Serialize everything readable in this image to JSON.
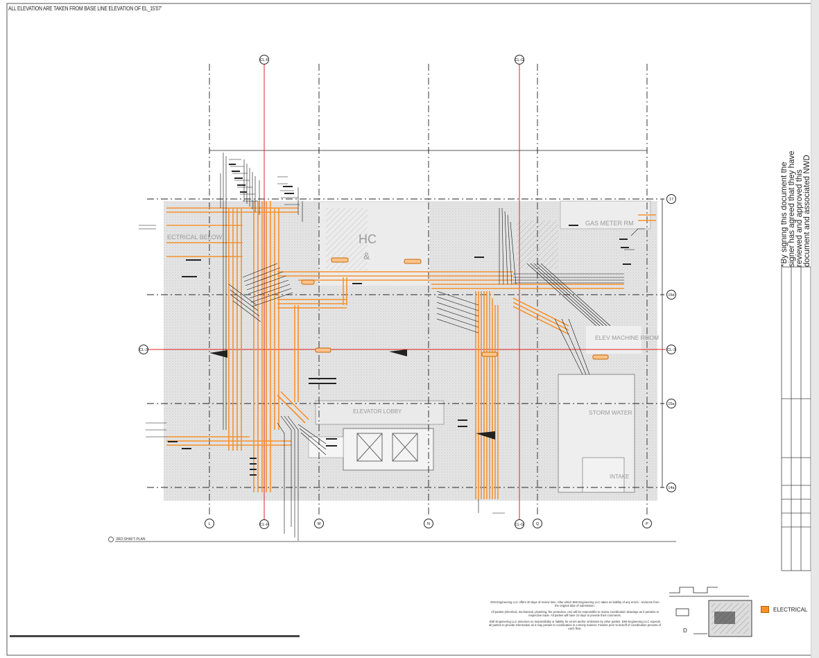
{
  "top_note": "ALL ELEVATION ARE TAKEN FROM BASE LINE ELEVATION OF EL_15'07'",
  "grid_bubbles": {
    "top": [
      "CL-F",
      "CL-G"
    ],
    "bottom": [
      "L",
      "CL-F",
      "M",
      "N",
      "CL-G",
      "Q",
      "P"
    ],
    "right": [
      "17",
      "15d",
      "CL-3",
      "15a",
      "14a"
    ],
    "left": [
      "CL-3"
    ]
  },
  "room_labels": {
    "hc": "HC",
    "gas_meter": "GAS METER RM",
    "elev_machine": "ELEV MACHINE ROOM",
    "elevator_lobby": "ELEVATOR LOBBY",
    "storm_water": "STORM WATER",
    "intake": "INTAKE",
    "electrical_below": "ECTRICAL BELOW"
  },
  "view_title": "3RD-SHAFT-PLAN",
  "disclaimer": [
    "EMI Engineering LLC offers 30 days of review time. After which EMI Engineering LLC takes no liability of any errors - revisions from the original date of submission.",
    "All parties (electrical, mechanical, plumbing, fire protection, etc) will be responsible to review coordination drawings as it pertains to respective trade. All parties will have 10 days to provide their comments.",
    "EMI Engineering LLC assumes no responsibility or liability for errors and/or omissions by other parties. EMI Engineering LLC expects all parties to provide information as it may pertain to coordination in a timely manner. Finalize prior to kickoff of coordination process of each floor."
  ],
  "legend": {
    "label": "ELECTRICAL",
    "color": "#f7922c"
  },
  "signature_note": "*By signing this document the signer has agreed that they have reviewed and approved this document and associated NWD file.",
  "colors": {
    "electrical": "#f7922c",
    "grid_red": "#e02020",
    "hatch": "#d6d6d6"
  }
}
